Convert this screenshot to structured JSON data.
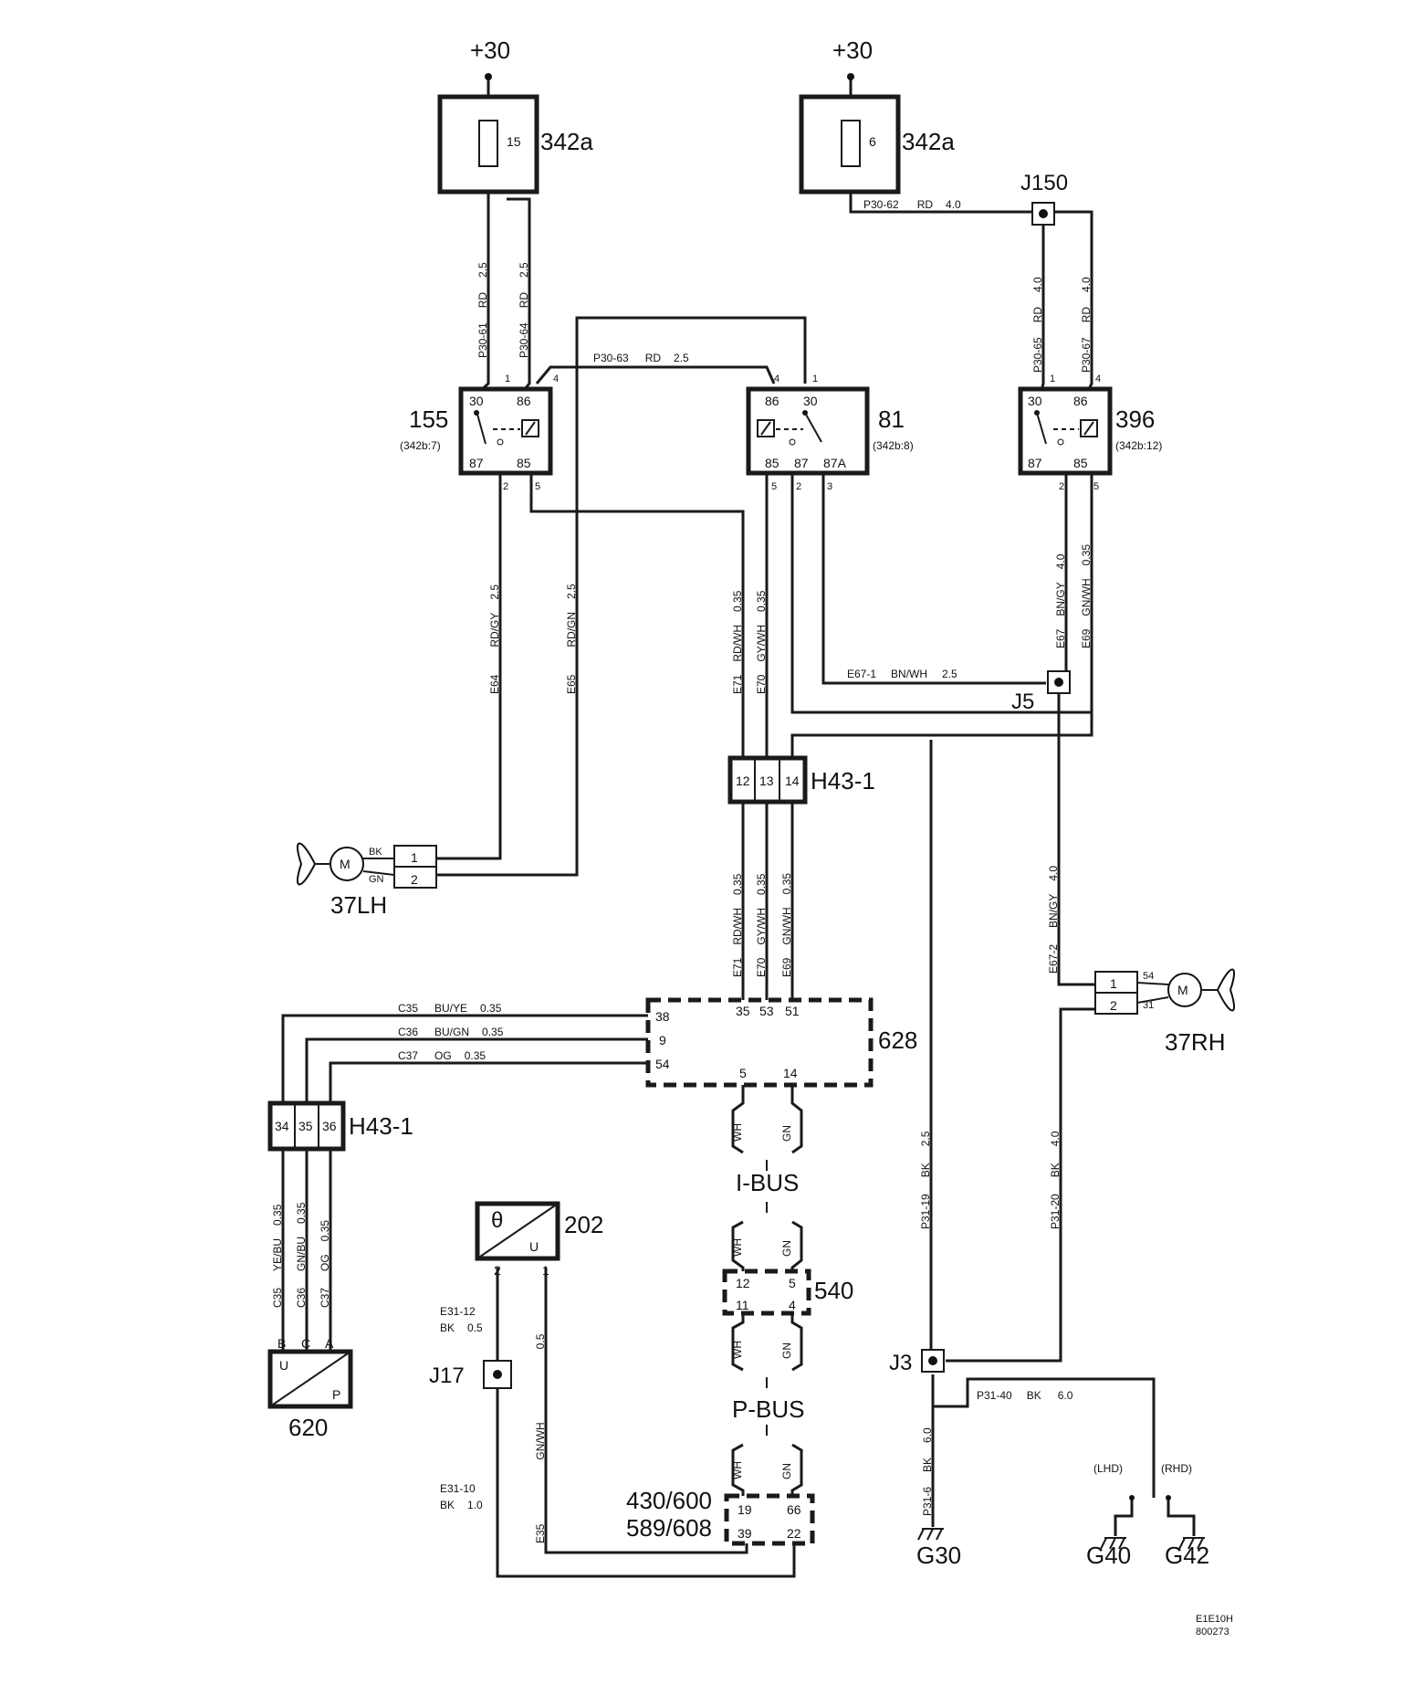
{
  "supply": {
    "left": "+30",
    "right": "+30"
  },
  "fuse_left": {
    "id": "342a",
    "number": "15"
  },
  "fuse_right": {
    "id": "342a",
    "number": "6"
  },
  "junction_j150": "J150",
  "relay_155": {
    "id": "155",
    "ref": "(342b:7)",
    "t30": "30",
    "t86": "86",
    "t87": "87",
    "t85": "85",
    "p1": "1",
    "p4": "4",
    "p2": "2",
    "p5": "5"
  },
  "relay_81": {
    "id": "81",
    "ref": "(342b:8)",
    "t86": "86",
    "t30": "30",
    "t85": "85",
    "t87": "87",
    "t87a": "87A",
    "p4": "4",
    "p1": "1",
    "p5": "5",
    "p2": "2",
    "p3": "3"
  },
  "relay_396": {
    "id": "396",
    "ref": "(342b:12)",
    "t30": "30",
    "t86": "86",
    "t87": "87",
    "t85": "85",
    "p1": "1",
    "p4": "4",
    "p2": "2",
    "p5": "5"
  },
  "wires": {
    "p30_61": [
      "P30-61",
      "RD",
      "2.5"
    ],
    "p30_64": [
      "P30-64",
      "RD",
      "2.5"
    ],
    "p30_63": [
      "P30-63",
      "RD",
      "2.5"
    ],
    "p30_62": [
      "P30-62",
      "RD",
      "4.0"
    ],
    "p30_65": [
      "P30-65",
      "RD",
      "4.0"
    ],
    "p30_67": [
      "P30-67",
      "RD",
      "4.0"
    ],
    "e64": [
      "E64",
      "RD/GY",
      "2.5"
    ],
    "e65": [
      "E65",
      "RD/GN",
      "2.5"
    ],
    "e71a": [
      "E71",
      "RD/WH",
      "0.35"
    ],
    "e70a": [
      "E70",
      "GY/WH",
      "0.35"
    ],
    "e67": [
      "E67",
      "BN/GY",
      "4.0"
    ],
    "e69a": [
      "E69",
      "GN/WH",
      "0.35"
    ],
    "e67_1": [
      "E67-1",
      "BN/WH",
      "2.5"
    ],
    "e71b": [
      "E71",
      "RD/WH",
      "0.35"
    ],
    "e70b": [
      "E70",
      "GY/WH",
      "0.35"
    ],
    "e69b": [
      "E69",
      "GN/WH",
      "0.35"
    ],
    "e67_2": [
      "E67-2",
      "BN/GY",
      "4.0"
    ],
    "c35": [
      "C35",
      "BU/YE",
      "0.35"
    ],
    "c36": [
      "C36",
      "BU/GN",
      "0.35"
    ],
    "c37": [
      "C37",
      "OG",
      "0.35"
    ],
    "c35v": [
      "C35",
      "YE/BU",
      "0.35"
    ],
    "c36v": [
      "C36",
      "GN/BU",
      "0.35"
    ],
    "c37v": [
      "C37",
      "OG",
      "0.35"
    ],
    "p31_19": [
      "P31-19",
      "BK",
      "2.5"
    ],
    "p31_20": [
      "P31-20",
      "BK",
      "4.0"
    ],
    "p31_40": [
      "P31-40",
      "BK",
      "6.0"
    ],
    "p31_6": [
      "P31-6",
      "BK",
      "6.0"
    ],
    "e31_12": [
      "E31-12",
      "BK",
      "0.5"
    ],
    "e31_10": [
      "E31-10",
      "BK",
      "1.0"
    ],
    "e35": [
      "E35",
      "GN/WH",
      "0.5"
    ]
  },
  "connector_h43_top": {
    "id": "H43-1",
    "pins": [
      "12",
      "13",
      "14"
    ]
  },
  "connector_h43_left": {
    "id": "H43-1",
    "pins": [
      "34",
      "35",
      "36"
    ]
  },
  "junction_j5": "J5",
  "junction_j3": "J3",
  "junction_j17": "J17",
  "fan_left": {
    "id": "37LH",
    "motor": "M",
    "pins": [
      "1",
      "2"
    ],
    "w1": "BK",
    "w2": "GN"
  },
  "fan_right": {
    "id": "37RH",
    "motor": "M",
    "pins": [
      "1",
      "2"
    ],
    "w1": "54",
    "w2": "31"
  },
  "ecu_628": {
    "id": "628",
    "pins_top": [
      "35",
      "53",
      "51"
    ],
    "pins_left": [
      "38",
      "9",
      "54"
    ],
    "pins_bottom": [
      "5",
      "14"
    ]
  },
  "bus": {
    "ibus": "I-BUS",
    "pbus": "P-BUS",
    "wh": "WH",
    "gn": "GN"
  },
  "node_540": {
    "id": "540",
    "pins": [
      "12",
      "5",
      "11",
      "4"
    ]
  },
  "sensor_202": {
    "id": "202",
    "symbol": "θ",
    "symbol_u": "U",
    "pins": [
      "2",
      "1"
    ]
  },
  "sensor_620": {
    "id": "620",
    "u": "U",
    "p": "P",
    "pins": [
      "B",
      "C",
      "A"
    ]
  },
  "ecu_430": {
    "line1": "430/600",
    "line2": "589/608",
    "pins": [
      "19",
      "66",
      "39",
      "22"
    ]
  },
  "grounds": {
    "g30": "G30",
    "g40": "G40",
    "g42": "G42",
    "lhd": "(LHD)",
    "rhd": "(RHD)"
  },
  "footer": {
    "code": "E1E10H",
    "num": "800273"
  }
}
